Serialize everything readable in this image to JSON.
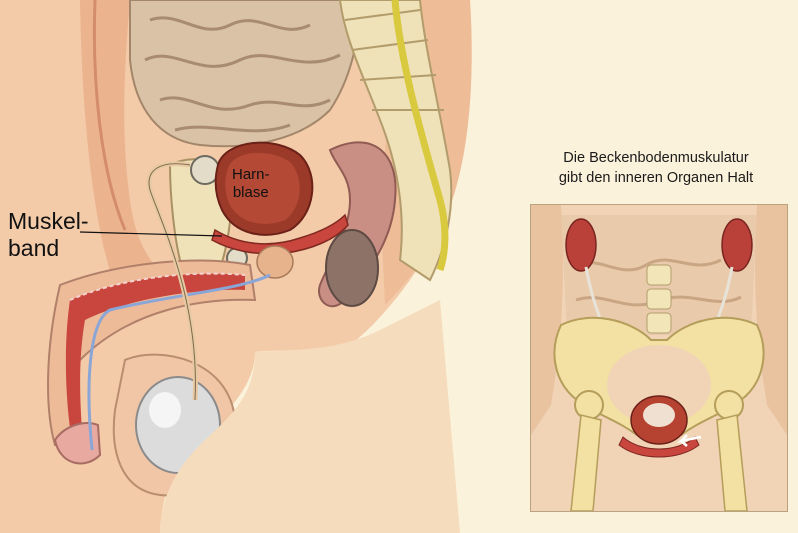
{
  "labels": {
    "muscle_band_line1": "Muskel-",
    "muscle_band_line2": "band",
    "bladder_line1": "Harn-",
    "bladder_line2": "blase"
  },
  "caption": {
    "line1": "Die Beckenbodenmuskulatur",
    "line2": "gibt den inneren Organen Halt"
  },
  "colors": {
    "background": "#fbf2dc",
    "skin": "#f2c9a6",
    "muscle": "#c9463e",
    "bone": "#efe1b8",
    "intestine": "#d9c2a6",
    "bladder": "#9c3a2a",
    "nerve": "#d8c93e",
    "testis": "#dcdcdc"
  }
}
